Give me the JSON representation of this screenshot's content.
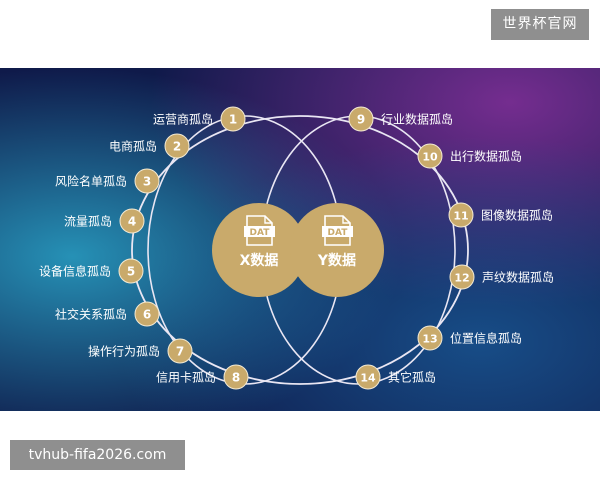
{
  "top_badge": "世界杯官网",
  "bottom_badge": "tvhub-fifa2026.com",
  "center": {
    "x_file_icon": "DAT",
    "x_label": "X数据",
    "y_file_icon": "DAT",
    "y_label": "Y数据"
  },
  "islands": [
    {
      "num": "1",
      "label": "运营商孤岛"
    },
    {
      "num": "2",
      "label": "电商孤岛"
    },
    {
      "num": "3",
      "label": "风险名单孤岛"
    },
    {
      "num": "4",
      "label": "流量孤岛"
    },
    {
      "num": "5",
      "label": "设备信息孤岛"
    },
    {
      "num": "6",
      "label": "社交关系孤岛"
    },
    {
      "num": "7",
      "label": "操作行为孤岛"
    },
    {
      "num": "8",
      "label": "信用卡孤岛"
    },
    {
      "num": "9",
      "label": "行业数据孤岛"
    },
    {
      "num": "10",
      "label": "出行数据孤岛"
    },
    {
      "num": "11",
      "label": "图像数据孤岛"
    },
    {
      "num": "12",
      "label": "声纹数据孤岛"
    },
    {
      "num": "13",
      "label": "位置信息孤岛"
    },
    {
      "num": "14",
      "label": "其它孤岛"
    }
  ],
  "colors": {
    "gold": "#c9aa6b",
    "bg_dark": "#0f1a4a",
    "bg_purple": "#6a2b8a",
    "bg_cyan": "#2aa6c9",
    "badge_gray": "#8f8f8f"
  }
}
